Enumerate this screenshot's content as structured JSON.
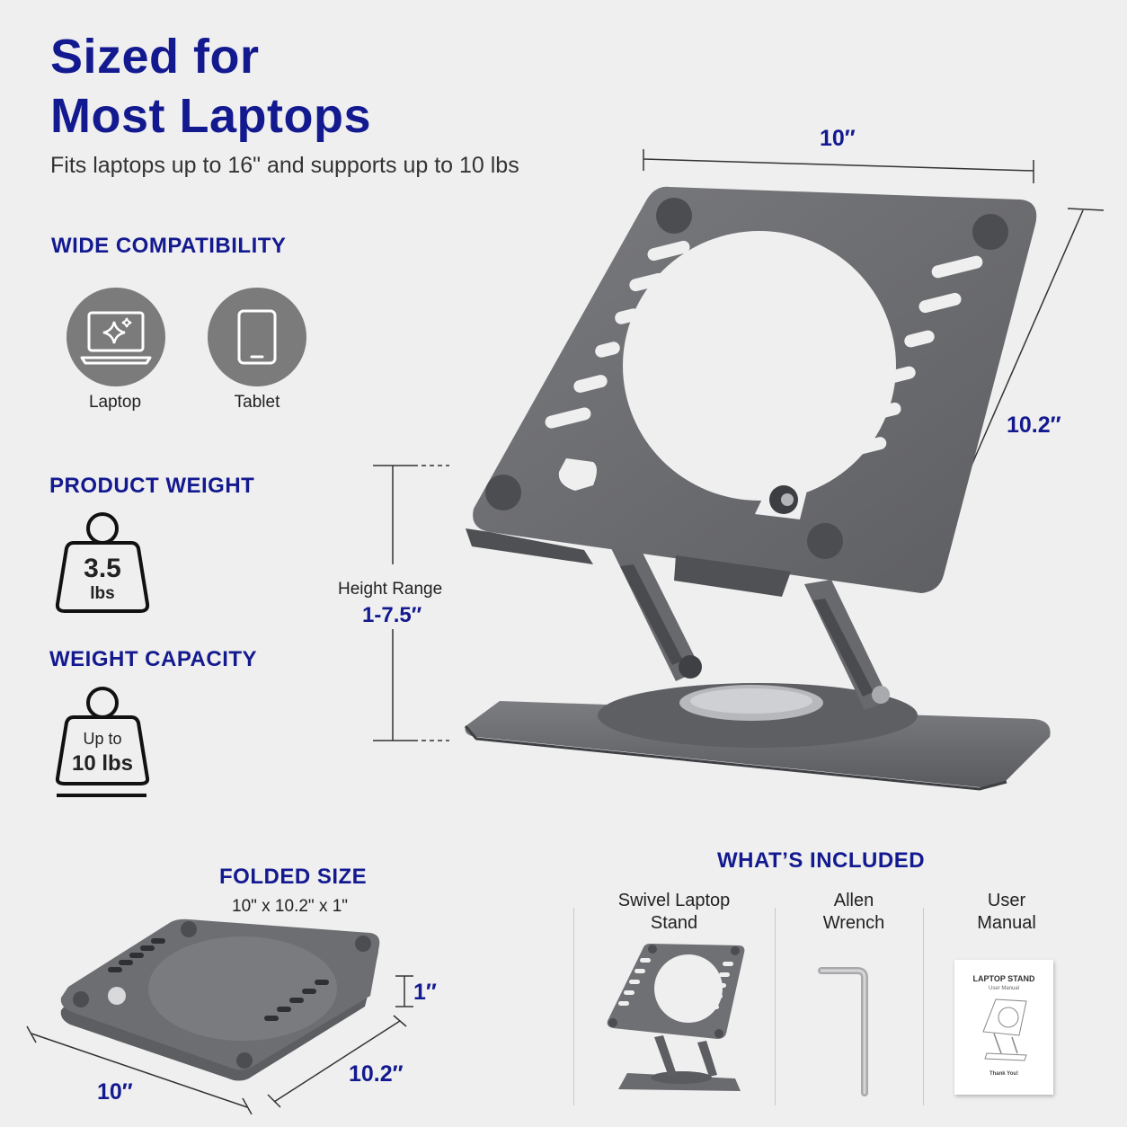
{
  "header": {
    "title_line1": "Sized for",
    "title_line2": "Most Laptops",
    "subtitle": "Fits laptops up to 16\" and supports up to 10 lbs"
  },
  "compatibility": {
    "heading": "WIDE COMPATIBILITY",
    "items": [
      {
        "label": "Laptop",
        "icon": "laptop-icon"
      },
      {
        "label": "Tablet",
        "icon": "tablet-icon"
      }
    ]
  },
  "product_weight": {
    "heading": "PRODUCT WEIGHT",
    "value": "3.5",
    "unit": "lbs"
  },
  "weight_capacity": {
    "heading": "WEIGHT CAPACITY",
    "line1": "Up to",
    "line2": "10 lbs"
  },
  "stand_dimensions": {
    "width": "10″",
    "depth": "10.2″",
    "height_label": "Height Range",
    "height_value": "1-7.5″"
  },
  "folded": {
    "heading": "FOLDED SIZE",
    "size": "10\" x 10.2\" x 1\"",
    "thickness": "1″",
    "width": "10″",
    "depth": "10.2″"
  },
  "included": {
    "heading": "WHAT’S INCLUDED",
    "items": [
      {
        "line1": "Swivel Laptop",
        "line2": "Stand"
      },
      {
        "line1": "Allen",
        "line2": "Wrench"
      },
      {
        "line1": "User",
        "line2": "Manual"
      }
    ],
    "manual_title": "LAPTOP STAND",
    "manual_subtitle": "User Manual",
    "manual_footer": "Thank You!"
  },
  "colors": {
    "accent": "#131a8f",
    "metal": "#6f7073",
    "metal_dark": "#4e4f52",
    "background": "#efefef"
  }
}
